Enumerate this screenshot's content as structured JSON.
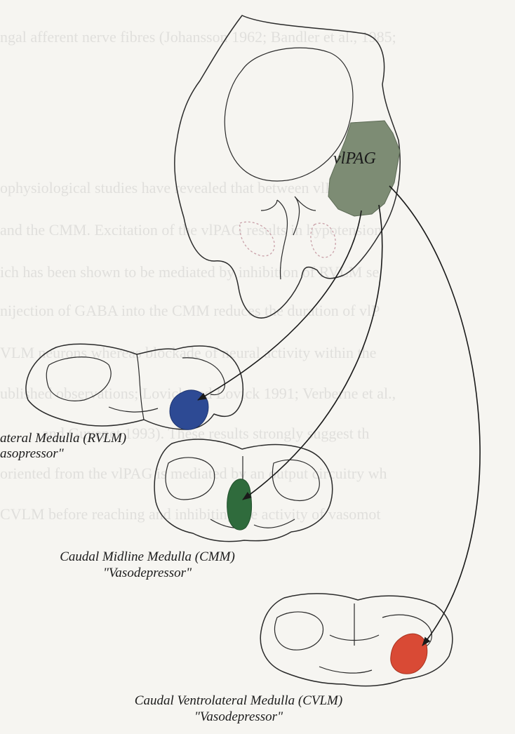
{
  "background_text": [
    "ngal afferent nerve fibres (Johansson 1962; Bandler et al., 1985; ",
    "ophysiological studies have revealed that between vlPAG-ev",
    "and the CMM. Excitation of the vlPAG results in hypotension",
    "ich has been shown to be mediated by inhibition of RVLM se",
    "nijection of GABA into the CMM reduces the duration of vlP",
    "VLM neurons whereas blockade of neural activity within the",
    "ublished observations; Lovick and Lovick 1991; Verberne et al.,",
    "and Guyenet 1993). These results strongly suggest th",
    "oriented from the vlPAG is mediated by an output circuitry wh",
    "CVLM before reaching and inhibiting the activity of vasomot"
  ],
  "regions": {
    "vlpag": {
      "label": "vlPAG",
      "color": "#7d8c74"
    },
    "rvlm": {
      "name": "ateral Medulla (RVLM)",
      "effect": "asopressor\"",
      "color": "#2d4a94"
    },
    "cmm": {
      "name": "Caudal Midline Medulla (CMM)",
      "effect": "\"Vasodepressor\"",
      "color": "#2f6b3c"
    },
    "cvlm": {
      "name": "Caudal Ventrolateral Medulla (CVLM)",
      "effect": "\"Vasodepressor\"",
      "color": "#d94a35"
    }
  }
}
